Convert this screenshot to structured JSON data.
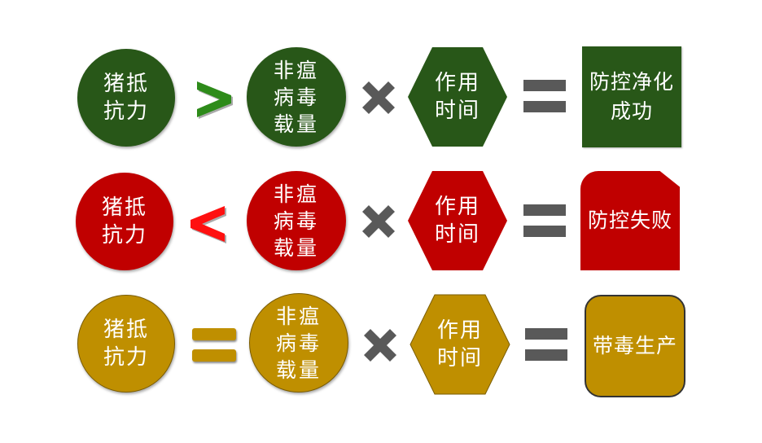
{
  "colors": {
    "success": "#285718",
    "failure": "#c00000",
    "carrier": "#bf8f00",
    "operator_gray": "#595959",
    "greater_arrow": "#2e8b1a",
    "less_arrow": "#ff1010"
  },
  "rows": [
    {
      "id": "success",
      "resistance": "猪抵\n抗力",
      "comparison": ">",
      "viral_load": "非瘟\n病毒\n载量",
      "multiply": "×",
      "time": "作用\n时间",
      "equals": "=",
      "outcome": "防控净化\n成功"
    },
    {
      "id": "failure",
      "resistance": "猪抵\n抗力",
      "comparison": "<",
      "viral_load": "非瘟\n病毒\n载量",
      "multiply": "×",
      "time": "作用\n时间",
      "equals": "=",
      "outcome": "防控失败"
    },
    {
      "id": "carrier",
      "resistance": "猪抵\n抗力",
      "comparison": "=",
      "viral_load": "非瘟\n病毒\n载量",
      "multiply": "×",
      "time": "作用\n时间",
      "equals": "=",
      "outcome": "带毒生产"
    }
  ]
}
